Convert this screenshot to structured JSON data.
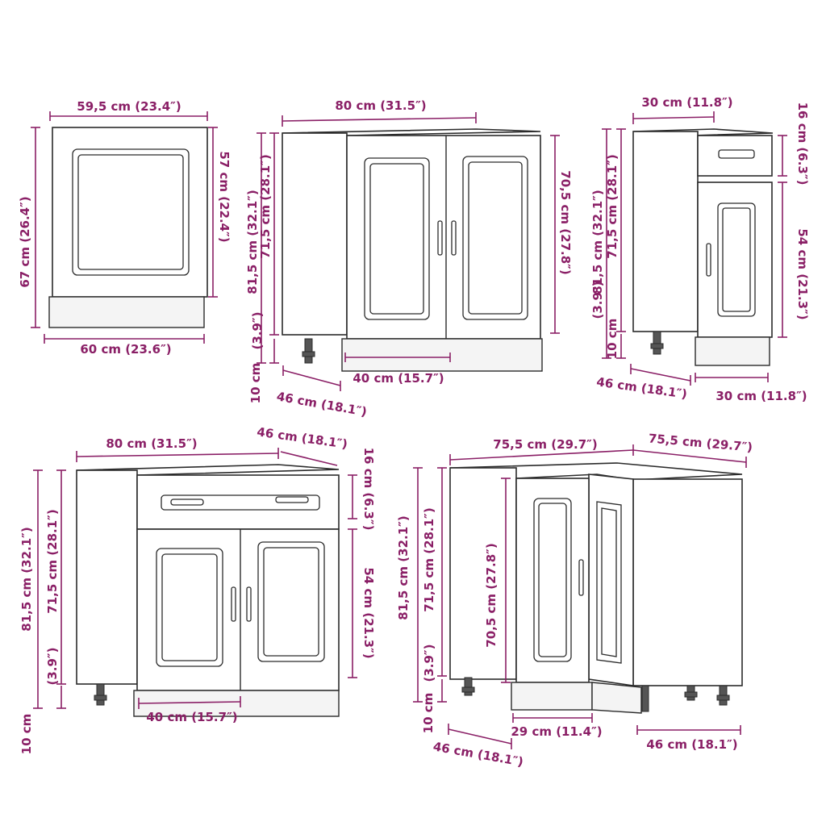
{
  "labels": {
    "c1_width_top": "59,5 cm (23.4″)",
    "c1_width_bottom": "60 cm (23.6″)",
    "c1_height_left": "67 cm (26.4″)",
    "c1_height_right": "57 cm (22.4″)",
    "c2_width_top": "80 cm (31.5″)",
    "c2_total_height": "81,5 cm (32.1″)",
    "c2_body_height": "71,5 cm (28.1″)",
    "c2_leg_height_a": "10 cm",
    "c2_leg_height_b": "(3.9″)",
    "c2_door_height": "70,5 cm (27.8″)",
    "c2_inner_width": "40 cm (15.7″)",
    "c2_depth": "46 cm (18.1″)",
    "c3_width_top": "30 cm (11.8″)",
    "c3_drawer_height": "16 cm (6.3″)",
    "c3_door_height": "54 cm (21.3″)",
    "c3_total_height": "81,5 cm (32.1″)",
    "c3_body_height": "71,5 cm (28.1″)",
    "c3_leg_height_a": "10 cm",
    "c3_leg_height_b": "(3.9″)",
    "c3_depth": "46 cm (18.1″)",
    "c3_width_bottom": "30 cm (11.8″)",
    "c4_width_top": "80 cm (31.5″)",
    "c4_depth": "46 cm (18.1″)",
    "c4_drawer_height": "16 cm (6.3″)",
    "c4_door_height": "54 cm (21.3″)",
    "c4_total_height": "81,5 cm (32.1″)",
    "c4_body_height": "71,5 cm (28.1″)",
    "c4_leg_height_a": "10 cm",
    "c4_leg_height_b": "(3.9″)",
    "c4_inner_width": "40 cm (15.7″)",
    "c5_width_left": "75,5 cm (29.7″)",
    "c5_width_right": "75,5 cm (29.7″)",
    "c5_total_height": "81,5 cm (32.1″)",
    "c5_body_height": "71,5 cm (28.1″)",
    "c5_door_height": "70,5 cm (27.8″)",
    "c5_leg_height_a": "10 cm",
    "c5_leg_height_b": "(3.9″)",
    "c5_door_width": "29 cm (11.4″)",
    "c5_depth_left": "46 cm (18.1″)",
    "c5_depth_right": "46 cm (18.1″)"
  },
  "colors": {
    "dimension": "#8a1f66",
    "outline": "#2b2b2b"
  }
}
